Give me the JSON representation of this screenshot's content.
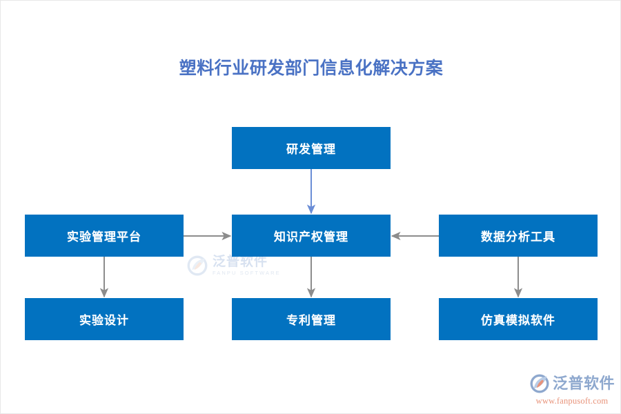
{
  "diagram": {
    "title": "塑料行业研发部门信息化解决方案",
    "title_color": "#4a72c4",
    "node_fill": "#0272c0",
    "node_text_color": "#ffffff",
    "nodes": [
      {
        "id": "rd-management",
        "label": "研发管理",
        "row": "top",
        "column": "center"
      },
      {
        "id": "lab-platform",
        "label": "实验管理平台",
        "row": "middle",
        "column": "left"
      },
      {
        "id": "ip-management",
        "label": "知识产权管理",
        "row": "middle",
        "column": "center"
      },
      {
        "id": "data-analysis-tools",
        "label": "数据分析工具",
        "row": "middle",
        "column": "right"
      },
      {
        "id": "experiment-design",
        "label": "实验设计",
        "row": "bottom",
        "column": "left"
      },
      {
        "id": "patent-management",
        "label": "专利管理",
        "row": "bottom",
        "column": "center"
      },
      {
        "id": "simulation-software",
        "label": "仿真模拟软件",
        "row": "bottom",
        "column": "right"
      }
    ],
    "connectors": [
      {
        "from": "rd-management",
        "to": "ip-management",
        "direction": "down",
        "color": "#6a8dd6"
      },
      {
        "from": "lab-platform",
        "to": "ip-management",
        "direction": "right",
        "color": "#8c8c8c"
      },
      {
        "from": "data-analysis-tools",
        "to": "ip-management",
        "direction": "left",
        "color": "#8c8c8c"
      },
      {
        "from": "lab-platform",
        "to": "experiment-design",
        "direction": "down",
        "color": "#8c8c8c"
      },
      {
        "from": "ip-management",
        "to": "patent-management",
        "direction": "down",
        "color": "#8c8c8c"
      },
      {
        "from": "data-analysis-tools",
        "to": "simulation-software",
        "direction": "down",
        "color": "#8c8c8c"
      }
    ]
  },
  "watermark": {
    "brand_cn": "泛普软件",
    "brand_en": "FANPU SOFTWARE",
    "color": "#7e9fd0"
  },
  "logo": {
    "brand_cn": "泛普软件",
    "url": "www.fanpusoft.com",
    "brand_color": "#8ea8ce",
    "url_color": "#e8937a"
  }
}
